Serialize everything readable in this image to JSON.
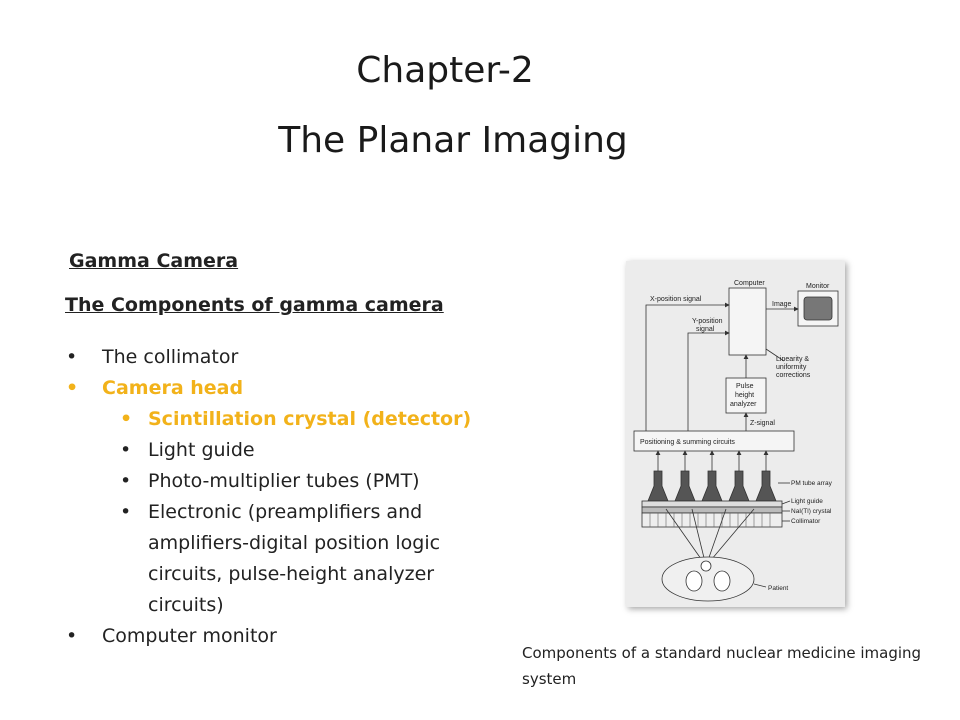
{
  "slide": {
    "title": "Chapter-2",
    "subtitle": "The Planar Imaging",
    "section_heading": "Gamma Camera",
    "components_heading": "The Components of gamma camera",
    "bullets": [
      "The collimator",
      "Camera head",
      "Computer monitor"
    ],
    "sub_bullets": [
      "Scintillation crystal (detector)",
      "Light guide",
      "Photo-multiplier tubes (PMT)",
      "Electronic (preamplifiers and amplifiers-digital position logic circuits, pulse-height analyzer circuits)"
    ],
    "highlight_color": "#f2b21a"
  },
  "figure": {
    "labels": {
      "computer": "Computer",
      "monitor": "Monitor",
      "x_signal": "X-position signal",
      "image": "Image",
      "y_signal_1": "Y-position",
      "y_signal_2": "signal",
      "linearity_1": "Linearity &",
      "linearity_2": "uniformity",
      "linearity_3": "corrections",
      "pha_1": "Pulse",
      "pha_2": "height",
      "pha_3": "analyzer",
      "z_signal": "Z-signal",
      "positioning": "Positioning & summing circuits",
      "pm_tube": "PM tube array",
      "light_guide": "Light guide",
      "crystal": "NaI(Tl) crystal",
      "collimator": "Collimator",
      "patient": "Patient"
    },
    "caption": "Components of a standard nuclear medicine imaging system"
  }
}
